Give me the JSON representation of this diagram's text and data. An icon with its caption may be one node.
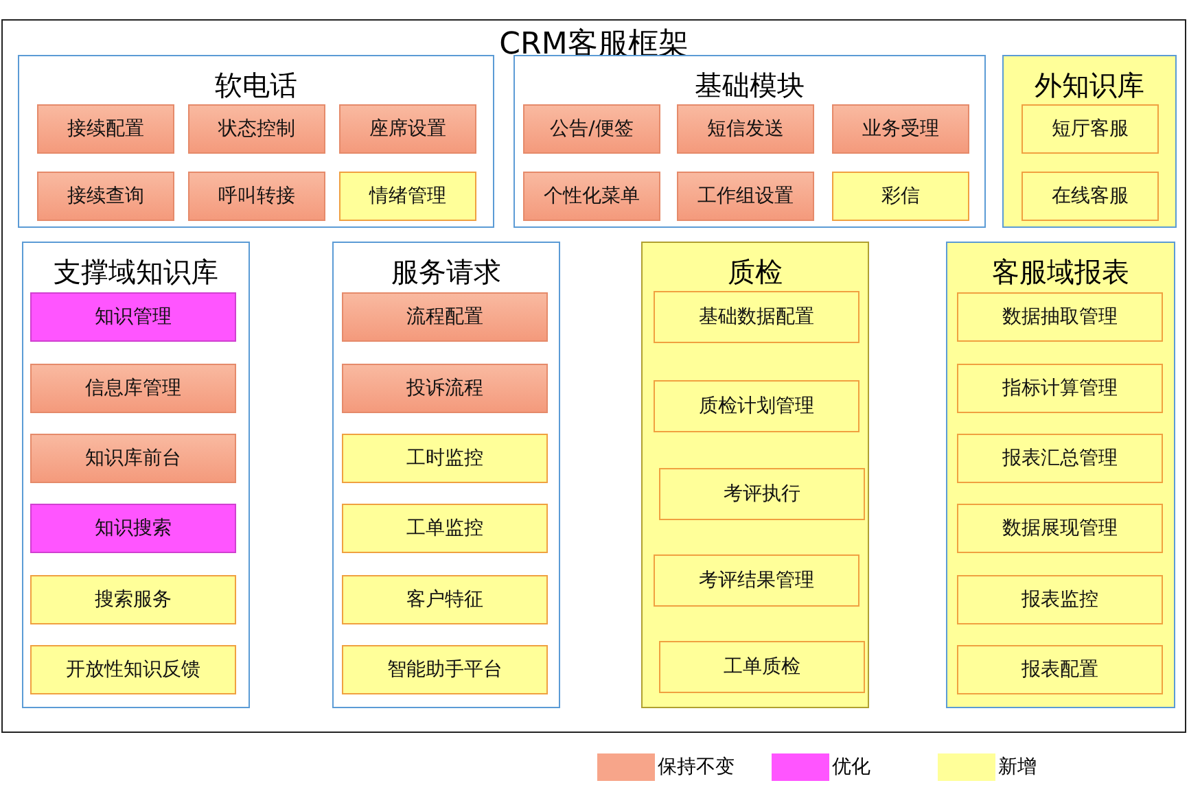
{
  "diagram": {
    "nodes": [
      {
        "text": [
          "CRM客服框架"
        ]
      },
      {
        "text": [
          "软电话"
        ],
        "in": 0
      },
      {
        "text": [
          "接续配置"
        ],
        "in": 1
      },
      {
        "text": [
          "状态控制"
        ],
        "in": 1
      },
      {
        "text": [
          "座席设置"
        ],
        "in": 1
      },
      {
        "text": [
          "接续查询"
        ],
        "in": 1
      },
      {
        "text": [
          "呼叫转接"
        ],
        "in": 1
      },
      {
        "text": [
          "情绪管理"
        ],
        "in": 1
      },
      {
        "text": [
          "基础模块"
        ],
        "in": 0
      },
      {
        "text": [
          "公告/便签"
        ],
        "in": 8
      },
      {
        "text": [
          "短信发送"
        ],
        "in": 8
      },
      {
        "text": [
          "业务受理"
        ],
        "in": 8
      },
      {
        "text": [
          "个性化菜单"
        ],
        "in": 8
      },
      {
        "text": [
          "工作组设置"
        ],
        "in": 8
      },
      {
        "text": [
          "彩信"
        ],
        "in": 8
      },
      {
        "text": [
          "外知识库"
        ],
        "in": 0
      },
      {
        "text": [
          "短厅客服"
        ],
        "in": 15
      },
      {
        "text": [
          "在线客服"
        ],
        "in": 15
      },
      {
        "text": [
          "支撑域知识库"
        ],
        "in": 0
      },
      {
        "text": [
          "知识管理"
        ],
        "in": 18
      },
      {
        "text": [
          "信息库管理"
        ],
        "in": 18
      },
      {
        "text": [
          "知识库前台"
        ],
        "in": 18
      },
      {
        "text": [
          "知识搜索"
        ],
        "in": 18
      },
      {
        "text": [
          "搜索服务"
        ],
        "in": 18
      },
      {
        "text": [
          "开放性知识反馈"
        ],
        "in": 18
      },
      {
        "text": [
          "服务请求"
        ],
        "in": 0
      },
      {
        "text": [
          "流程配置"
        ],
        "in": 25
      },
      {
        "text": [
          "投诉流程"
        ],
        "in": 25
      },
      {
        "text": [
          "工时监控"
        ],
        "in": 25
      },
      {
        "text": [
          "工单监控"
        ],
        "in": 25
      },
      {
        "text": [
          "客户特征"
        ],
        "in": 25
      },
      {
        "text": [
          "智能助手平台"
        ],
        "in": 25
      },
      {
        "text": [
          "质检"
        ],
        "in": 0
      },
      {
        "text": [
          "基础数据配置"
        ],
        "in": 32
      },
      {
        "text": [
          "质检计划管理"
        ],
        "in": 32
      },
      {
        "text": [
          "考评执行"
        ],
        "in": 32
      },
      {
        "text": [
          "考评结果管理"
        ],
        "in": 32
      },
      {
        "text": [
          "工单质检"
        ],
        "in": 32
      },
      {
        "text": [
          "客服域报表"
        ],
        "in": 0
      },
      {
        "text": [
          "数据抽取管理"
        ],
        "in": 38
      },
      {
        "text": [
          "指标计算管理"
        ],
        "in": 38
      },
      {
        "text": [
          "报表汇总管理"
        ],
        "in": 38
      },
      {
        "text": [
          "数据展现管理"
        ],
        "in": 38
      },
      {
        "text": [
          "报表监控"
        ],
        "in": 38
      },
      {
        "text": [
          "报表配置"
        ],
        "in": 38
      }
    ],
    "edges": [],
    "legend": [
      {
        "text": "保持不变",
        "color": "#f7a58a"
      },
      {
        "text": "优化",
        "color": "#ff55ff"
      },
      {
        "text": "新增",
        "color": "#ffff99"
      }
    ]
  }
}
